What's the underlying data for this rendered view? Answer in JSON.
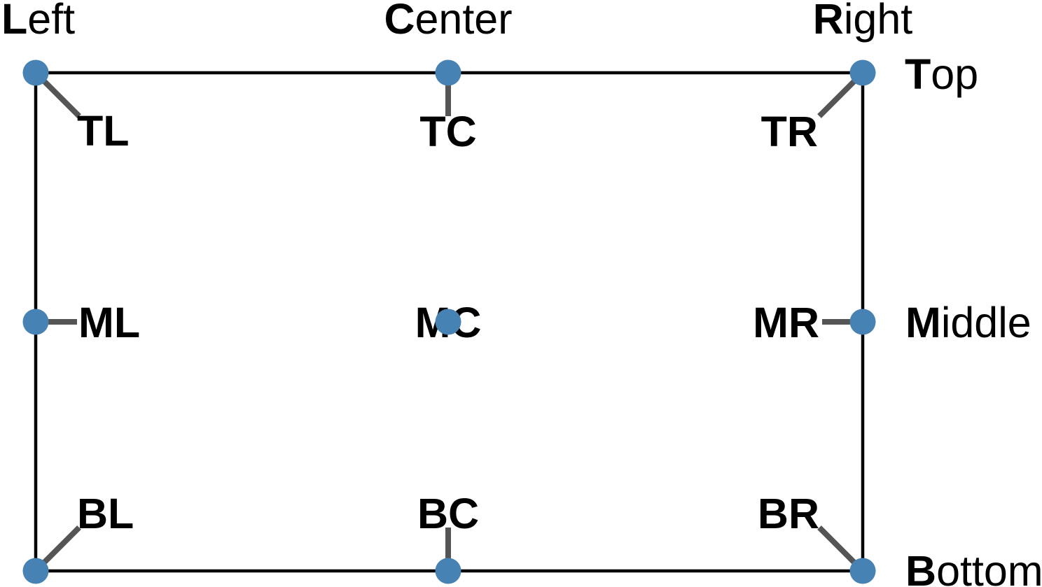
{
  "diagram": {
    "description": "Anchor position reference figure",
    "edge_labels": {
      "left": {
        "bold": "L",
        "rest": "eft"
      },
      "center": {
        "bold": "C",
        "rest": "enter"
      },
      "right": {
        "bold": "R",
        "rest": "ight"
      },
      "top": {
        "bold": "T",
        "rest": "op"
      },
      "middle": {
        "bold": "M",
        "rest": "iddle"
      },
      "bottom": {
        "bold": "B",
        "rest": "ottom"
      }
    },
    "anchors": [
      {
        "id": "top-left",
        "code": "TL"
      },
      {
        "id": "top-center",
        "code": "TC"
      },
      {
        "id": "top-right",
        "code": "TR"
      },
      {
        "id": "middle-left",
        "code": "ML"
      },
      {
        "id": "middle-center",
        "code": "MC"
      },
      {
        "id": "middle-right",
        "code": "MR"
      },
      {
        "id": "bottom-left",
        "code": "BL"
      },
      {
        "id": "bottom-center",
        "code": "BC"
      },
      {
        "id": "bottom-right",
        "code": "BR"
      }
    ],
    "colors": {
      "dot": "#4682B4",
      "connector": "#555555",
      "frame": "#000000",
      "text": "#000000",
      "background": "#ffffff"
    }
  }
}
